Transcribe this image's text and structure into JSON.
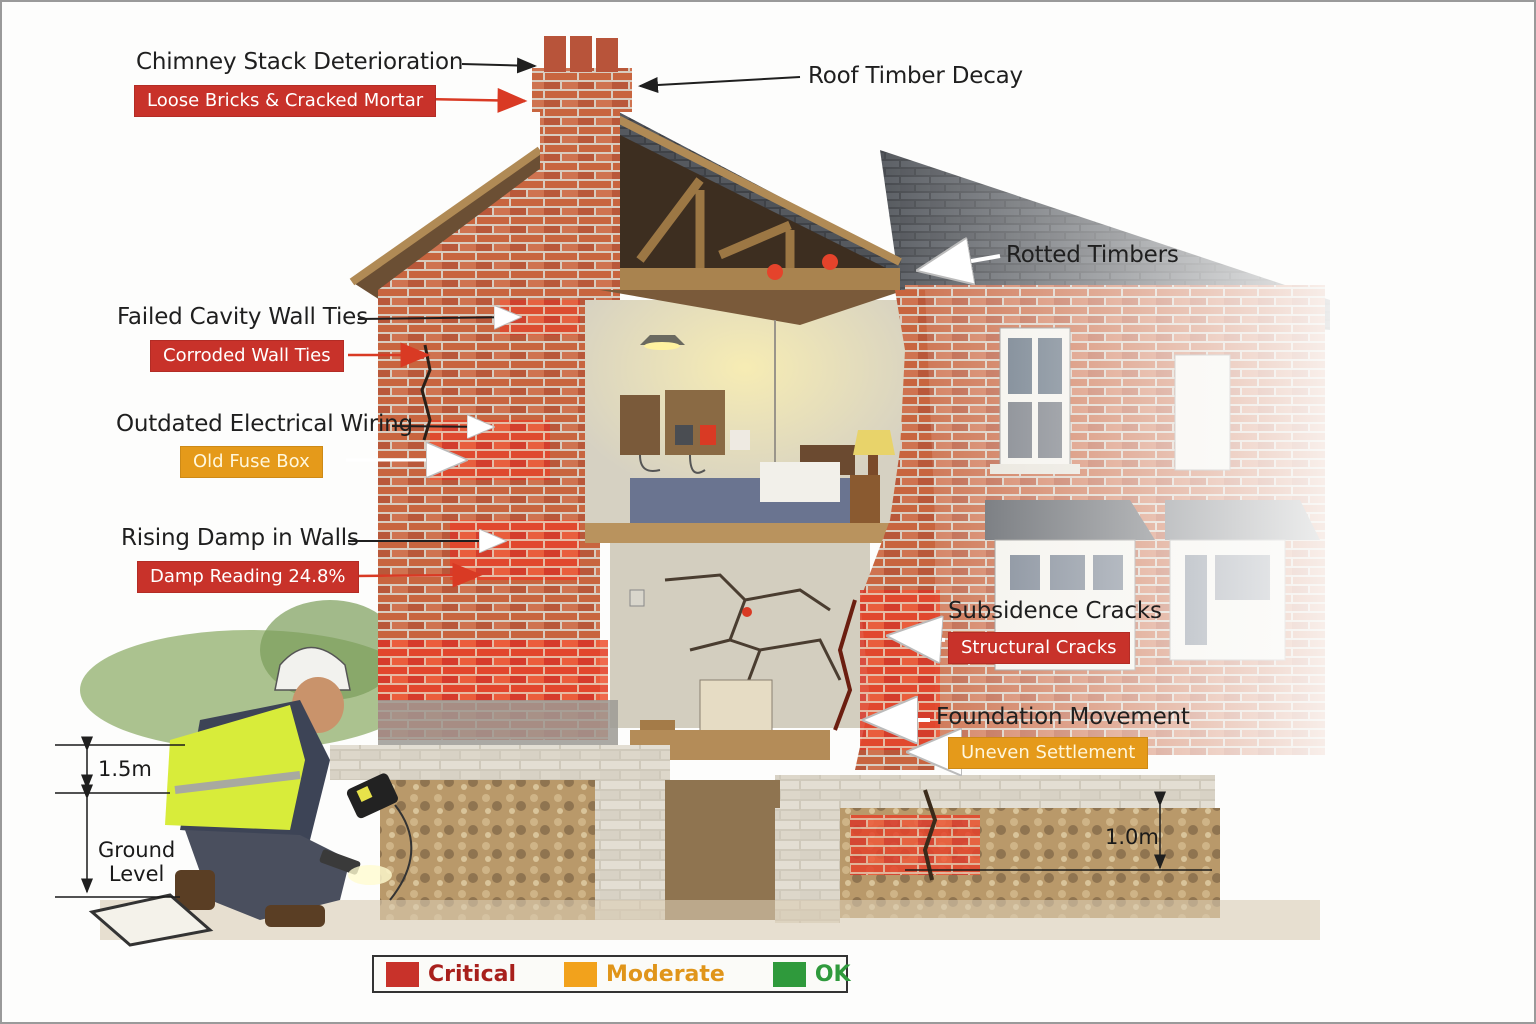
{
  "colors": {
    "critical": "#c8322a",
    "moderate": "#e59a1a",
    "ok": "#2f9a3c",
    "brick": "#c8623e",
    "damp_red": "#e5432b",
    "roof_slate": "#4a4d52",
    "timber": "#a9834f",
    "render_wall": "#d9d4c6",
    "soil": "#b89a6a"
  },
  "callouts": [
    {
      "id": "chimney",
      "title": "Chimney Stack Deterioration",
      "badge": "Loose Bricks & Cracked Mortar",
      "severity": "critical"
    },
    {
      "id": "roof",
      "title": "Roof Timber Decay",
      "badge": null,
      "severity": null
    },
    {
      "id": "rotted",
      "title": "Rotted Timbers",
      "badge": null,
      "severity": null
    },
    {
      "id": "wall-ties",
      "title": "Failed Cavity Wall Ties",
      "badge": "Corroded Wall Ties",
      "severity": "critical"
    },
    {
      "id": "electrical",
      "title": "Outdated Electrical Wiring",
      "badge": "Old Fuse Box",
      "severity": "moderate"
    },
    {
      "id": "damp",
      "title": "Rising Damp in Walls",
      "badge": "Damp Reading 24.8%",
      "severity": "critical"
    },
    {
      "id": "subsidence",
      "title": "Subsidence Cracks",
      "badge": "Structural Cracks",
      "severity": "critical"
    },
    {
      "id": "foundation",
      "title": "Foundation Movement",
      "badge": "Uneven Settlement",
      "severity": "moderate"
    }
  ],
  "measurements": {
    "left_upper": "1.5m",
    "left_lower_line1": "Ground",
    "left_lower_line2": "Level",
    "right": "1.0m"
  },
  "legend": [
    {
      "label": "Critical",
      "color": "#c8322a",
      "text_color": "#a8201c"
    },
    {
      "label": "Moderate",
      "color": "#f2a21c",
      "text_color": "#e0951a"
    },
    {
      "label": "OK",
      "color": "#2f9a3c",
      "text_color": "#2f9a3c"
    }
  ],
  "figures": {
    "surveyor": "surveyor with hard hat, hi-vis vest, moisture meter and flashlight",
    "clipboard": "survey clipboard on ground"
  }
}
